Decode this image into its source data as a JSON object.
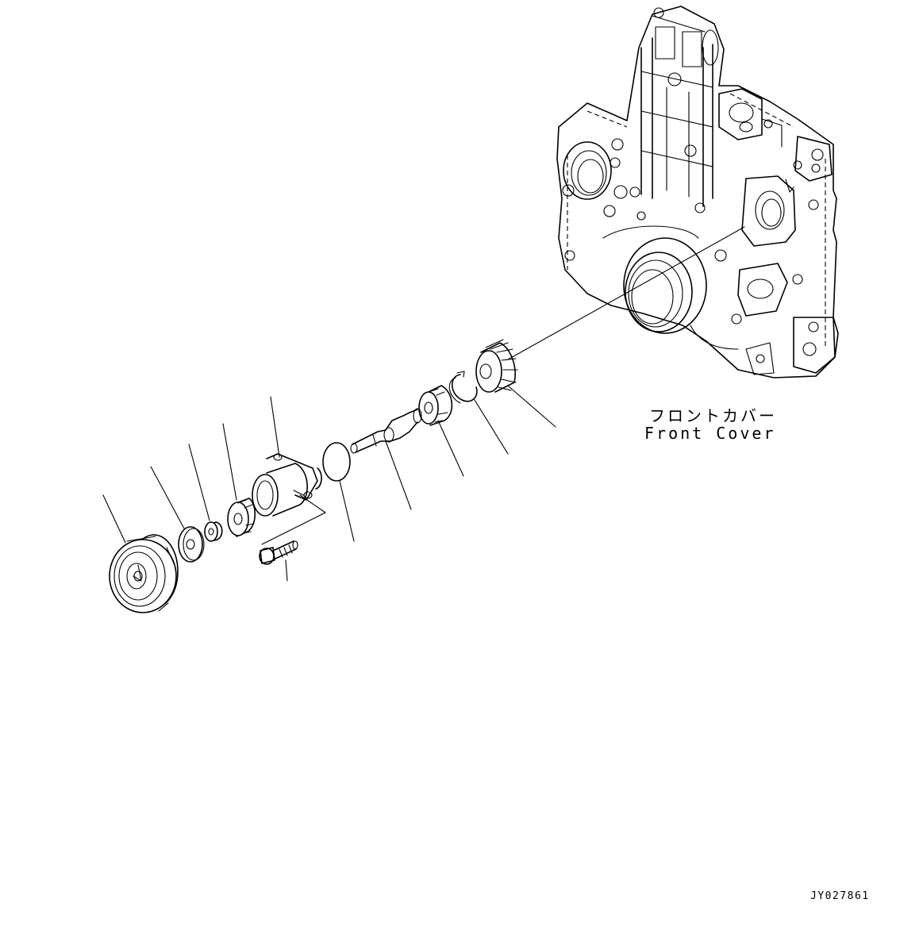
{
  "labels": {
    "front_cover_jp": "フロントカバー",
    "front_cover_en": "Front Cover",
    "drawing_code": "JY027861"
  }
}
